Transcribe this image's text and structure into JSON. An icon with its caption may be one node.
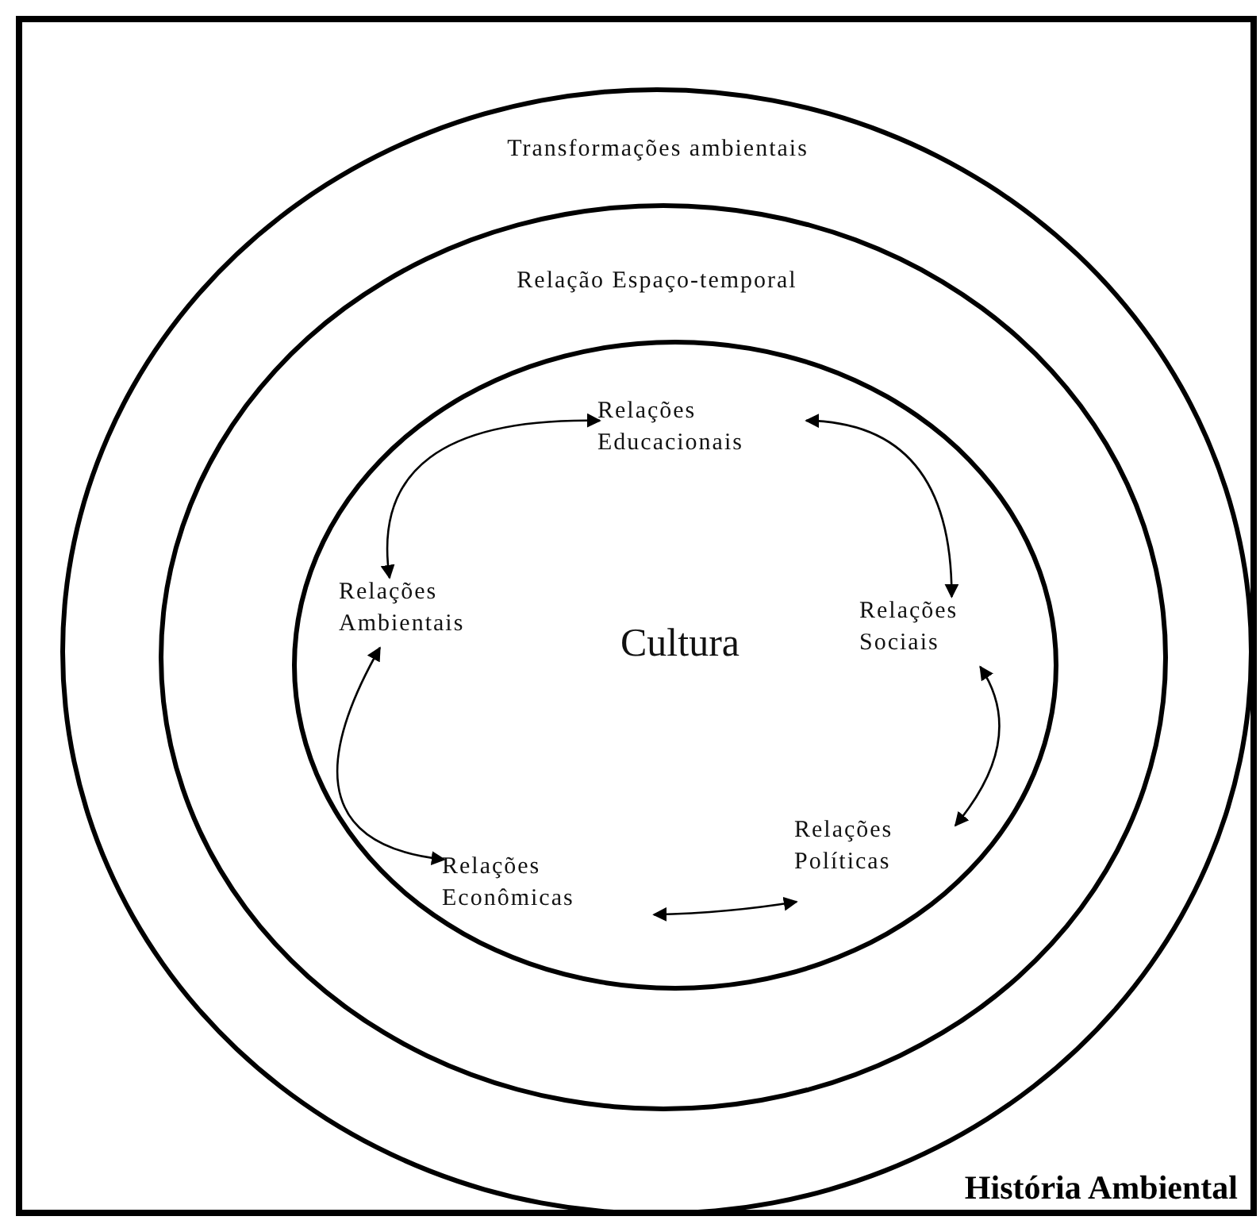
{
  "diagram": {
    "title": "História Ambiental",
    "nodes": [
      {
        "text": [
          "Transformações ambientais"
        ]
      },
      {
        "text": [
          "Relação Espaço-temporal"
        ],
        "in": 0
      },
      {
        "text": [
          "Cultura"
        ],
        "in": 1
      },
      {
        "text": [
          "Relações Educacionais"
        ],
        "in": 2
      },
      {
        "text": [
          "Relações Sociais"
        ],
        "in": 2
      },
      {
        "text": [
          "Relações Políticas"
        ],
        "in": 2
      },
      {
        "text": [
          "Relações Econômicas"
        ],
        "in": 2
      },
      {
        "text": [
          "Relações Ambientais"
        ],
        "in": 2
      }
    ],
    "edges": [
      {
        "from": 3,
        "to": 4,
        "arrow": "both"
      },
      {
        "from": 4,
        "to": 5,
        "arrow": "both"
      },
      {
        "from": 5,
        "to": 6,
        "arrow": "both"
      },
      {
        "from": 7,
        "to": 6,
        "arrow": "both"
      },
      {
        "from": 7,
        "to": 3,
        "arrow": "both"
      }
    ]
  }
}
